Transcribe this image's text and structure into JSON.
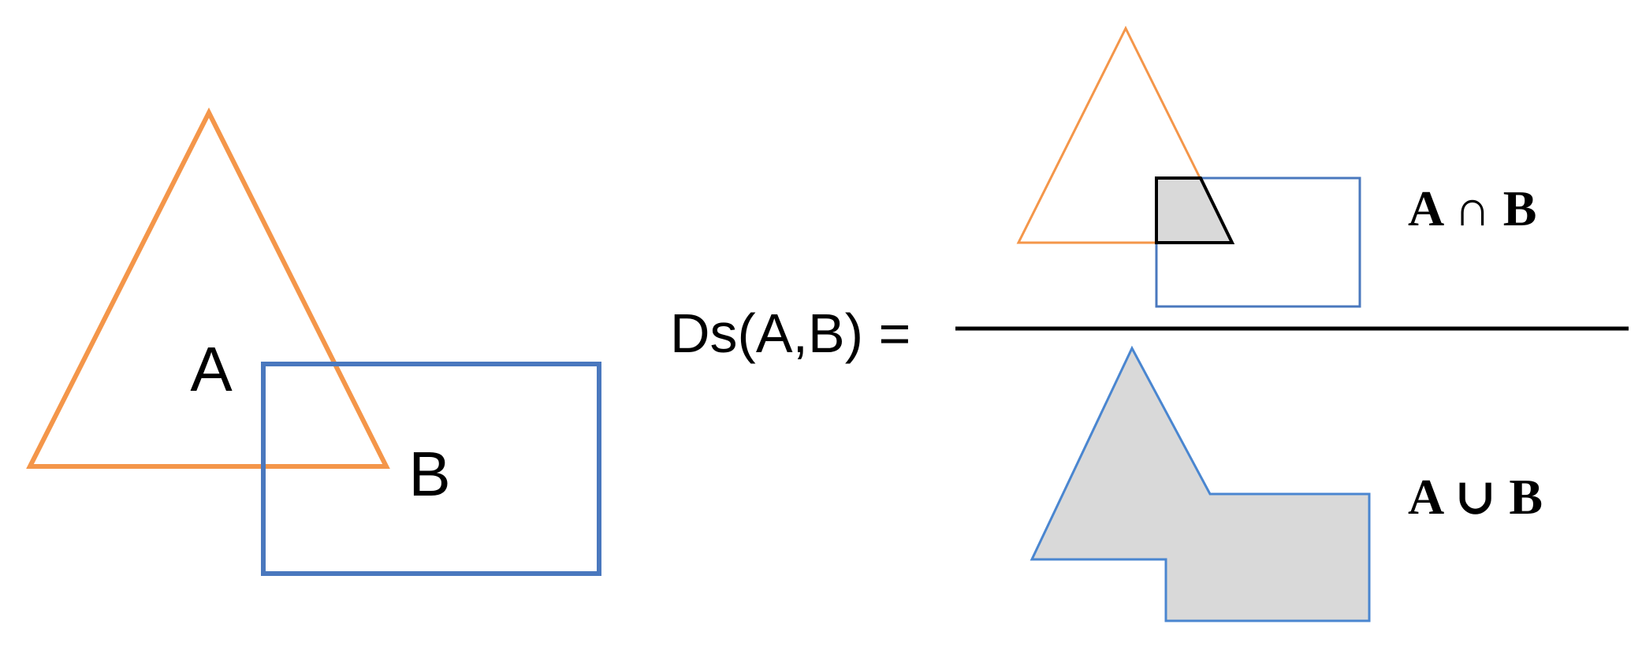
{
  "labels": {
    "set_a": "A",
    "set_b": "B",
    "formula_lhs": "Ds(A,B) =",
    "numerator": "A ∩ B",
    "denominator": "A ∪ B"
  },
  "colors": {
    "set_a_stroke": "#F4964A",
    "set_b_stroke": "#4A78BE",
    "region_fill": "#D9D9D9",
    "intersection_stroke": "#000000",
    "union_stroke": "#4A86D0",
    "fraction_line": "#000000",
    "text": "#000000"
  }
}
